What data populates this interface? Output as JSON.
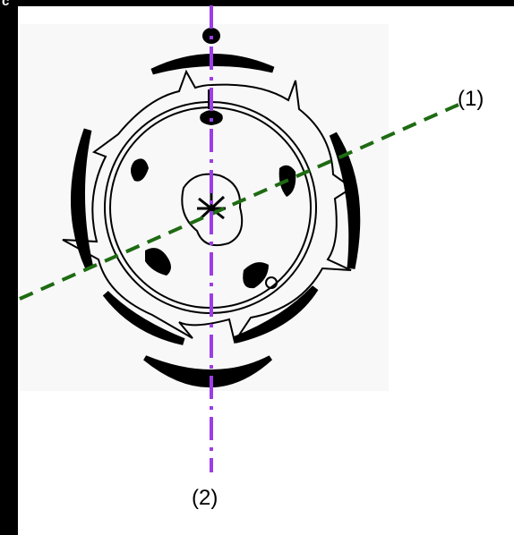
{
  "corner_text": "c",
  "labels": {
    "axis_1": "(1)",
    "axis_2": "(2)"
  },
  "colors": {
    "axis_1_line": "#1e6b12",
    "axis_2_line": "#9b3ee6",
    "ink": "#000000",
    "frame": "#000000"
  }
}
